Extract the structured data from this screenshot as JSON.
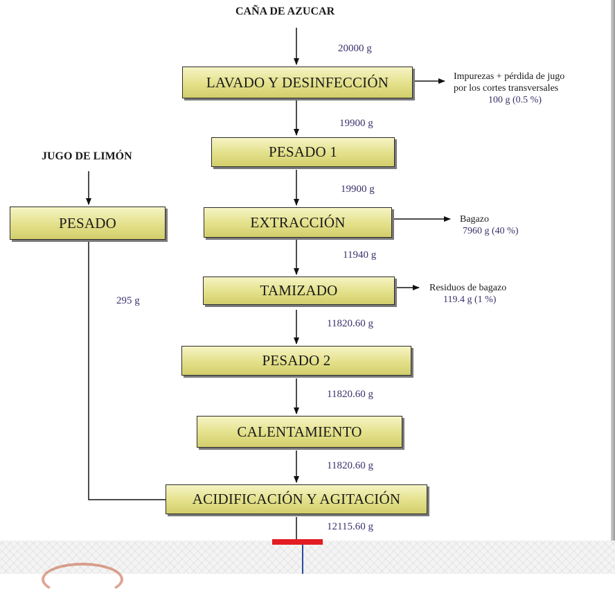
{
  "inputs": {
    "cane": "CAÑA DE AZUCAR",
    "lemon": "JUGO DE LIMÓN"
  },
  "steps": {
    "lavado": "LAVADO Y DESINFECCIÓN",
    "pesado1": "PESADO 1",
    "extraccion": "EXTRACCIÓN",
    "tamizado": "TAMIZADO",
    "pesado2": "PESADO 2",
    "calentamiento": "CALENTAMIENTO",
    "acidificacion": "ACIDIFICACIÓN Y AGITACIÓN",
    "pesado_limon": "PESADO"
  },
  "quantities": {
    "q1": "20000 g",
    "q2": "19900 g",
    "q3": "19900 g",
    "q4": "11940 g",
    "q5": "11820.60 g",
    "q6": "11820.60 g",
    "q7": "11820.60 g",
    "q8": "12115.60 g",
    "lemon": "295 g"
  },
  "losses": {
    "lavado": [
      "Impurezas + pérdida de jugo",
      "por los cortes transversales",
      "100 g (0.5 %)"
    ],
    "extraccion": [
      "Bagazo",
      "7960 g (40 %)"
    ],
    "tamizado": [
      "Residuos de bagazo",
      "119.4 g (1 %)"
    ]
  },
  "colors": {
    "box_fill": "#e3e08a",
    "marker_red": "#e31b23",
    "marker_blue": "#2a4b9c"
  }
}
